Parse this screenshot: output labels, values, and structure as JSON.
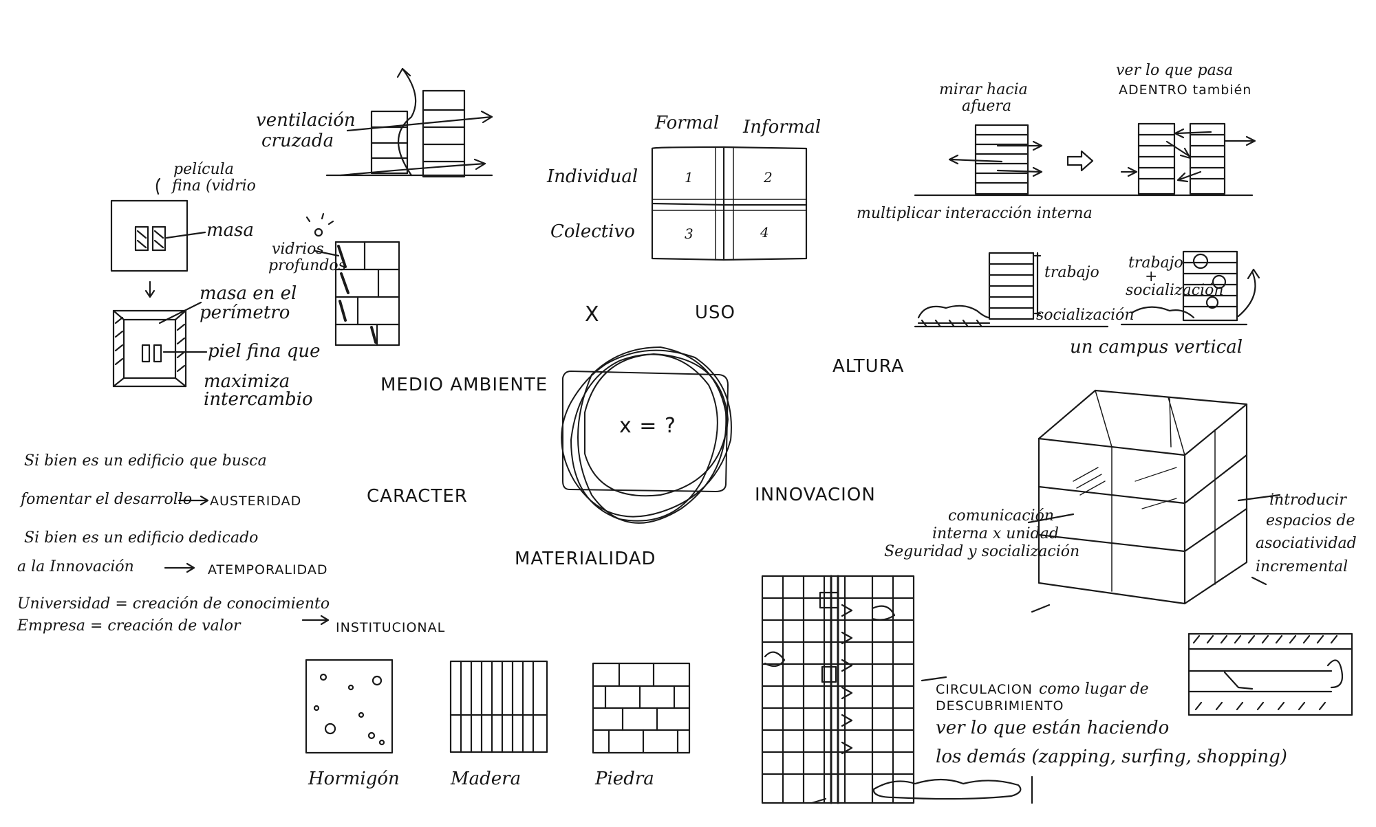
{
  "center": {
    "label": "x = ?",
    "x_mark": "X",
    "uso": "USO"
  },
  "topics": {
    "medio_ambiente": "MEDIO AMBIENTE",
    "caracter": "CARACTER",
    "materialidad": "MATERIALIDAD",
    "innovacion": "INNOVACION",
    "altura": "ALTURA"
  },
  "ventilation": {
    "line1": "ventilación",
    "line2": "cruzada"
  },
  "glass_mass": {
    "pelicula_l1": "película",
    "pelicula_l2": "fina (vidrio",
    "masa": "masa",
    "masa_perim_l1": "masa en el",
    "masa_perim_l2": "perímetro",
    "piel_l1": "piel fina que",
    "piel_l2": "maximiza",
    "piel_l3": "intercambio"
  },
  "deep_glass": {
    "line1": "vidrios",
    "line2": "profundos"
  },
  "use_matrix": {
    "col_formal": "Formal",
    "col_informal": "Informal",
    "row_individual": "Individual",
    "row_colectivo": "Colectivo",
    "cells": [
      "1",
      "2",
      "3",
      "4"
    ]
  },
  "outward": {
    "mirar_l1": "mirar hacia",
    "mirar_l2": "afuera",
    "ver_l1": "ver lo que pasa",
    "ver_l2": "ADENTRO también",
    "multiplicar": "multiplicar interacción interna"
  },
  "campus": {
    "trabajo": "trabajo",
    "socializacion": "socialización",
    "trabajo_plus_l1": "trabajo",
    "trabajo_plus_l2": "+",
    "trabajo_plus_l3": "socialización",
    "caption": "un campus vertical"
  },
  "caracter_notes": {
    "n1_l1": "Si bien es un edificio que busca",
    "n1_l2": "fomentar el desarrollo",
    "n1_res": "AUSTERIDAD",
    "n2_l1": "Si bien es un edificio dedicado",
    "n2_l2": "a la Innovación",
    "n2_res": "ATEMPORALIDAD",
    "n3_l1": "Universidad = creación de conocimiento",
    "n3_l2": "Empresa  = creación de valor",
    "n3_res": "INSTITUCIONAL"
  },
  "materials": {
    "hormigon": "Hormigón",
    "madera": "Madera",
    "piedra": "Piedra"
  },
  "cube": {
    "left_l1": "comunicación",
    "left_l2": "interna x unidad",
    "left_l3": "Seguridad y socialización",
    "right_l1": "introducir",
    "right_l2": "espacios de",
    "right_l3": "asociatividad",
    "right_l4": "incremental"
  },
  "circulation": {
    "l1": "CIRCULACION",
    "l1b": "como lugar de",
    "l2": "DESCUBRIMIENTO",
    "l3": "ver lo que están haciendo",
    "l4": "los demás  (zapping, surfing, shopping)"
  }
}
